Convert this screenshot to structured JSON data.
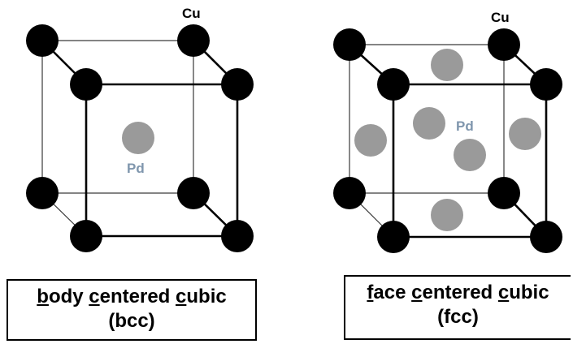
{
  "bcc": {
    "corner_label": "Cu",
    "center_label": "Pd",
    "caption": {
      "w1_u": "b",
      "w1_rest": "ody ",
      "w2_u": "c",
      "w2_rest": "entered ",
      "w3_u": "c",
      "w3_rest": "ubic",
      "abbr": "(bcc)"
    }
  },
  "fcc": {
    "corner_label": "Cu",
    "face_label": "Pd",
    "caption": {
      "w1_u": "f",
      "w1_rest": "ace ",
      "w2_u": "c",
      "w2_rest": "entered ",
      "w3_u": "c",
      "w3_rest": "ubic",
      "abbr": "(fcc)"
    }
  },
  "colors": {
    "cu_atom": "#000000",
    "pd_atom": "#9a9a9a",
    "pd_label": "#7f96ad",
    "cu_label": "#000000"
  }
}
